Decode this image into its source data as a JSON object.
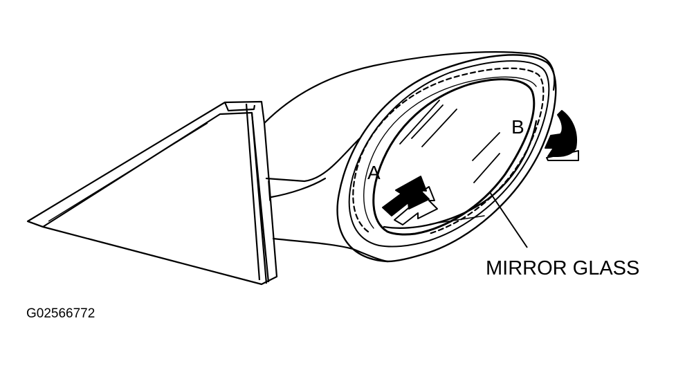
{
  "labels": {
    "point_a": "A",
    "point_b": "B",
    "mirror_glass": "MIRROR GLASS",
    "figure_id": "G02566772"
  },
  "colors": {
    "ink": "#000000",
    "paper": "#ffffff"
  },
  "icons": {
    "push_arrow": "push-arrow-icon",
    "rotate_arrow": "rotate-arrow-icon"
  }
}
